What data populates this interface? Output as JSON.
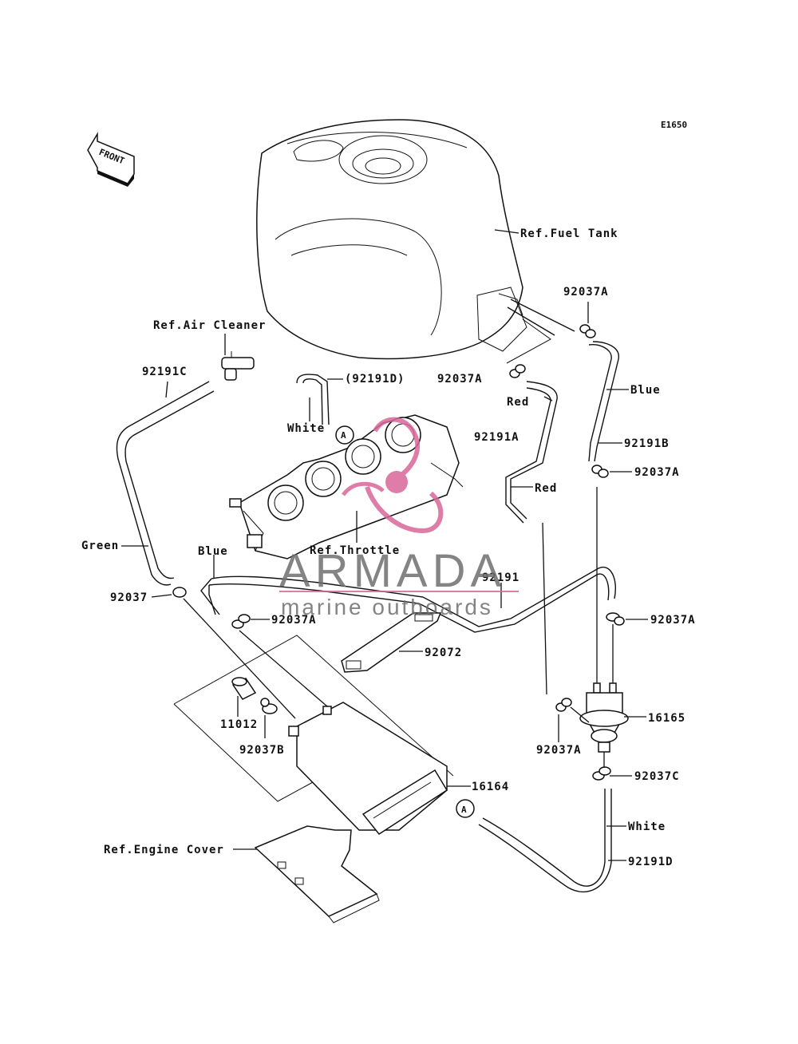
{
  "diagram_code": "E1650",
  "front_arrow": "FRONT",
  "watermark": {
    "brand": "ARMADA",
    "tagline": "marine outboards",
    "colors": {
      "pink": "#d9679a",
      "gray": "#6f6f6f"
    }
  },
  "references": {
    "fuel_tank": "Ref.Fuel Tank",
    "air_cleaner": "Ref.Air Cleaner",
    "throttle": "Ref.Throttle",
    "engine_cover": "Ref.Engine Cover"
  },
  "callout_marker": "A",
  "parts": [
    "92037A",
    "92037A",
    "92037A",
    "92037A",
    "92037A",
    "92037A",
    "92191C",
    "(92191D)",
    "92191A",
    "92191B",
    "92037",
    "92191",
    "92072",
    "11012",
    "92037B",
    "16165",
    "92037C",
    "16164",
    "92191D"
  ],
  "hose_colors": [
    "White",
    "Red",
    "Blue",
    "Red",
    "Green",
    "Blue",
    "White"
  ]
}
